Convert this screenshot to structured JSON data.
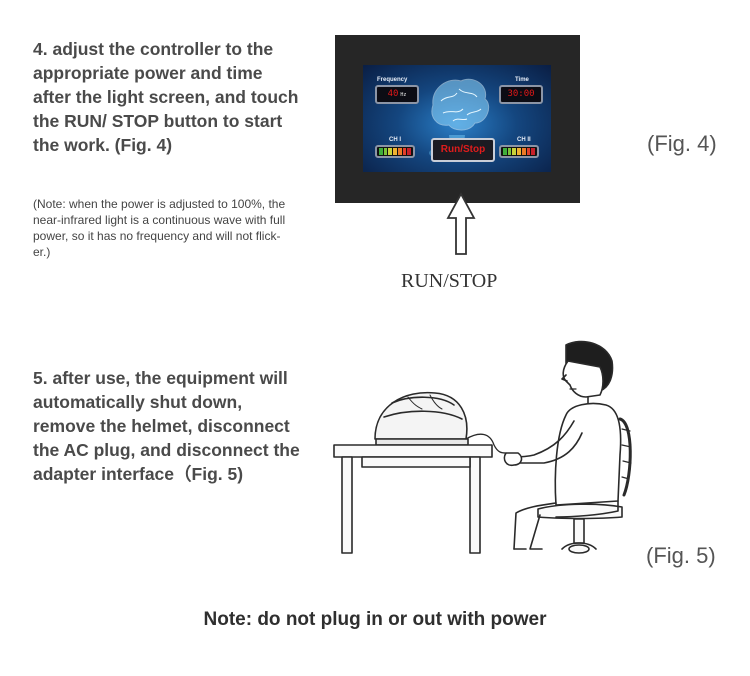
{
  "step4": {
    "lines": [
      "4. adjust the controller to the",
      "appropriate power and time",
      "after the light screen, and touch",
      "the RUN/ STOP button to start",
      "the work. (Fig. 4)"
    ],
    "note_lines": [
      "(Note: when the power is adjusted to 100%, the",
      "near-infrared light is a continuous wave with full",
      "power, so it has no frequency and will not flick-",
      "er.)"
    ],
    "fig_label": "(Fig. 4)"
  },
  "controller": {
    "frequency_label": "Frequency",
    "frequency_value": "40",
    "frequency_unit": "Hz",
    "time_label": "Time",
    "time_value": "30:00",
    "ch1_label": "CH I",
    "ch2_label": "CH II",
    "run_button_label": "Run/Stop",
    "bar_colors": [
      "#3fae3c",
      "#7cc43a",
      "#c8d23a",
      "#f0b230",
      "#ec7a26",
      "#e2402a",
      "#c8202a"
    ]
  },
  "arrow_label": "RUN/STOP",
  "step5": {
    "lines": [
      "5. after use, the equipment will",
      "automatically shut down,",
      "remove the helmet, disconnect",
      "the AC plug, and disconnect the",
      "adapter interface（Fig. 5)"
    ],
    "fig_label": "(Fig. 5)"
  },
  "bottom_note": "Note: do not plug in or out with power"
}
